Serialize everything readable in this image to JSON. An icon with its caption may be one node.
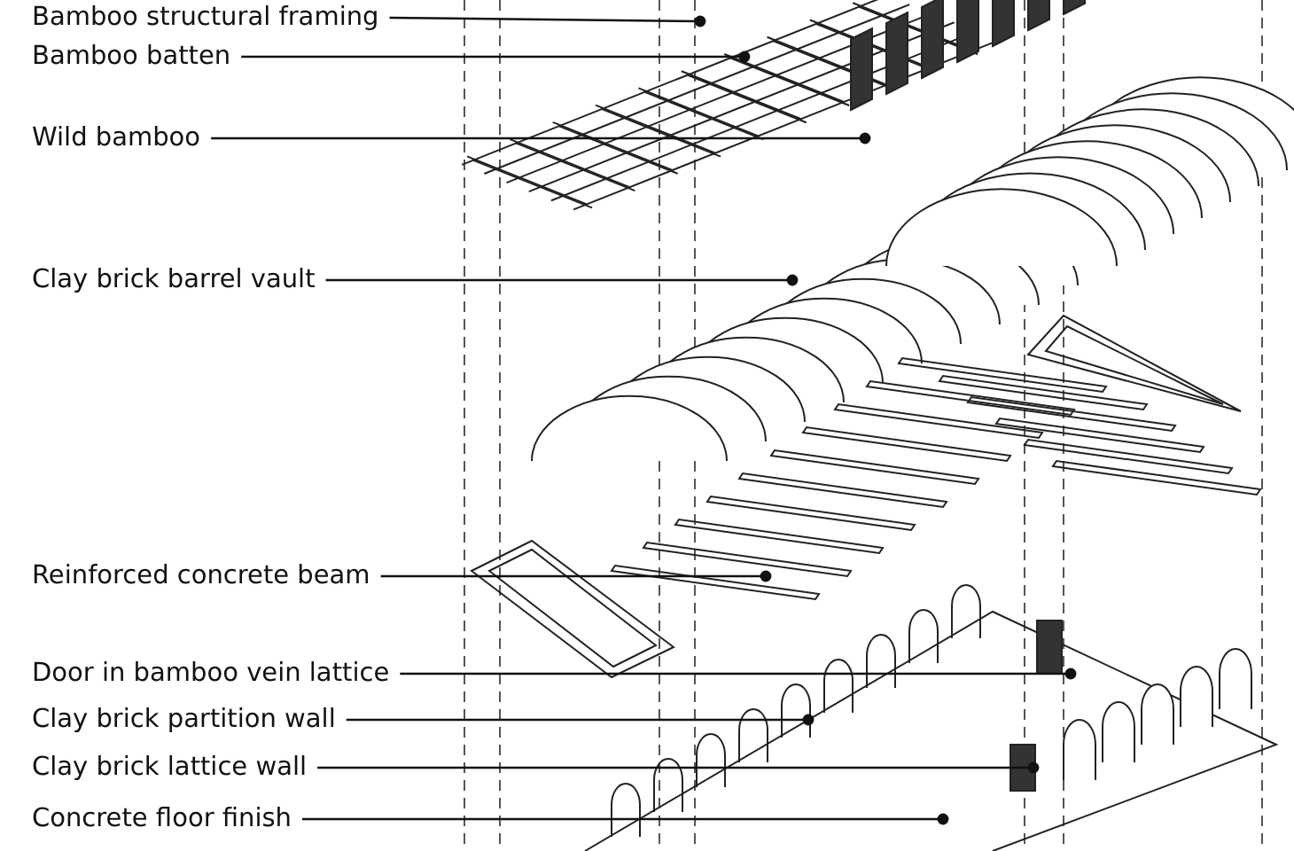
{
  "diagram": {
    "nodes": [
      {
        "text": [
          "Bamboo structural framing"
        ]
      },
      {
        "text": [
          "Bamboo batten"
        ]
      },
      {
        "text": [
          "Wild bamboo"
        ]
      },
      {
        "text": [
          "Clay brick barrel vault"
        ]
      },
      {
        "text": [
          "Reinforced concrete beam"
        ]
      },
      {
        "text": [
          "Door in bamboo vein lattice"
        ]
      },
      {
        "text": [
          "Clay brick partition wall"
        ]
      },
      {
        "text": [
          "Clay brick lattice wall"
        ]
      },
      {
        "text": [
          "Concrete floor finish"
        ]
      }
    ],
    "edges": [
      {
        "from": 0,
        "to": null,
        "arrow": "other"
      },
      {
        "from": 1,
        "to": null,
        "arrow": "other"
      },
      {
        "from": 2,
        "to": null,
        "arrow": "other"
      },
      {
        "from": 3,
        "to": null,
        "arrow": "other"
      },
      {
        "from": 4,
        "to": null,
        "arrow": "other"
      },
      {
        "from": 5,
        "to": null,
        "arrow": "other"
      },
      {
        "from": 6,
        "to": null,
        "arrow": "other"
      },
      {
        "from": 7,
        "to": null,
        "arrow": "other"
      },
      {
        "from": 8,
        "to": null,
        "arrow": "other"
      }
    ]
  }
}
